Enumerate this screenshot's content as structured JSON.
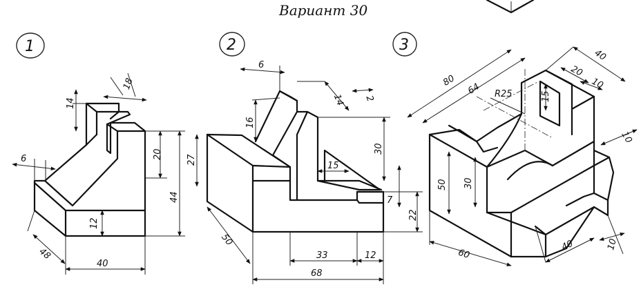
{
  "title": "Вариант 30",
  "figures": [
    {
      "number": "1",
      "dimensions": {
        "d18": "18",
        "d14": "14",
        "d6": "6",
        "d20": "20",
        "d44": "44",
        "d12": "12",
        "d48": "48",
        "d40": "40"
      }
    },
    {
      "number": "2",
      "dimensions": {
        "d6": "6",
        "d16": "16",
        "d14": "14",
        "d2": "2",
        "d27": "27",
        "d30": "30",
        "d15": "15",
        "d7": "7",
        "d22": "22",
        "d50": "50",
        "d33": "33",
        "d12": "12",
        "d68": "68"
      }
    },
    {
      "number": "3",
      "dimensions": {
        "d40": "40",
        "d80": "80",
        "d64": "64",
        "d20": "20",
        "d10a": "10",
        "dR25": "R25",
        "d15": "15",
        "d10b": "10",
        "d50": "50",
        "d30": "30",
        "d40b": "40",
        "d10c": "10",
        "d60": "60"
      }
    }
  ]
}
